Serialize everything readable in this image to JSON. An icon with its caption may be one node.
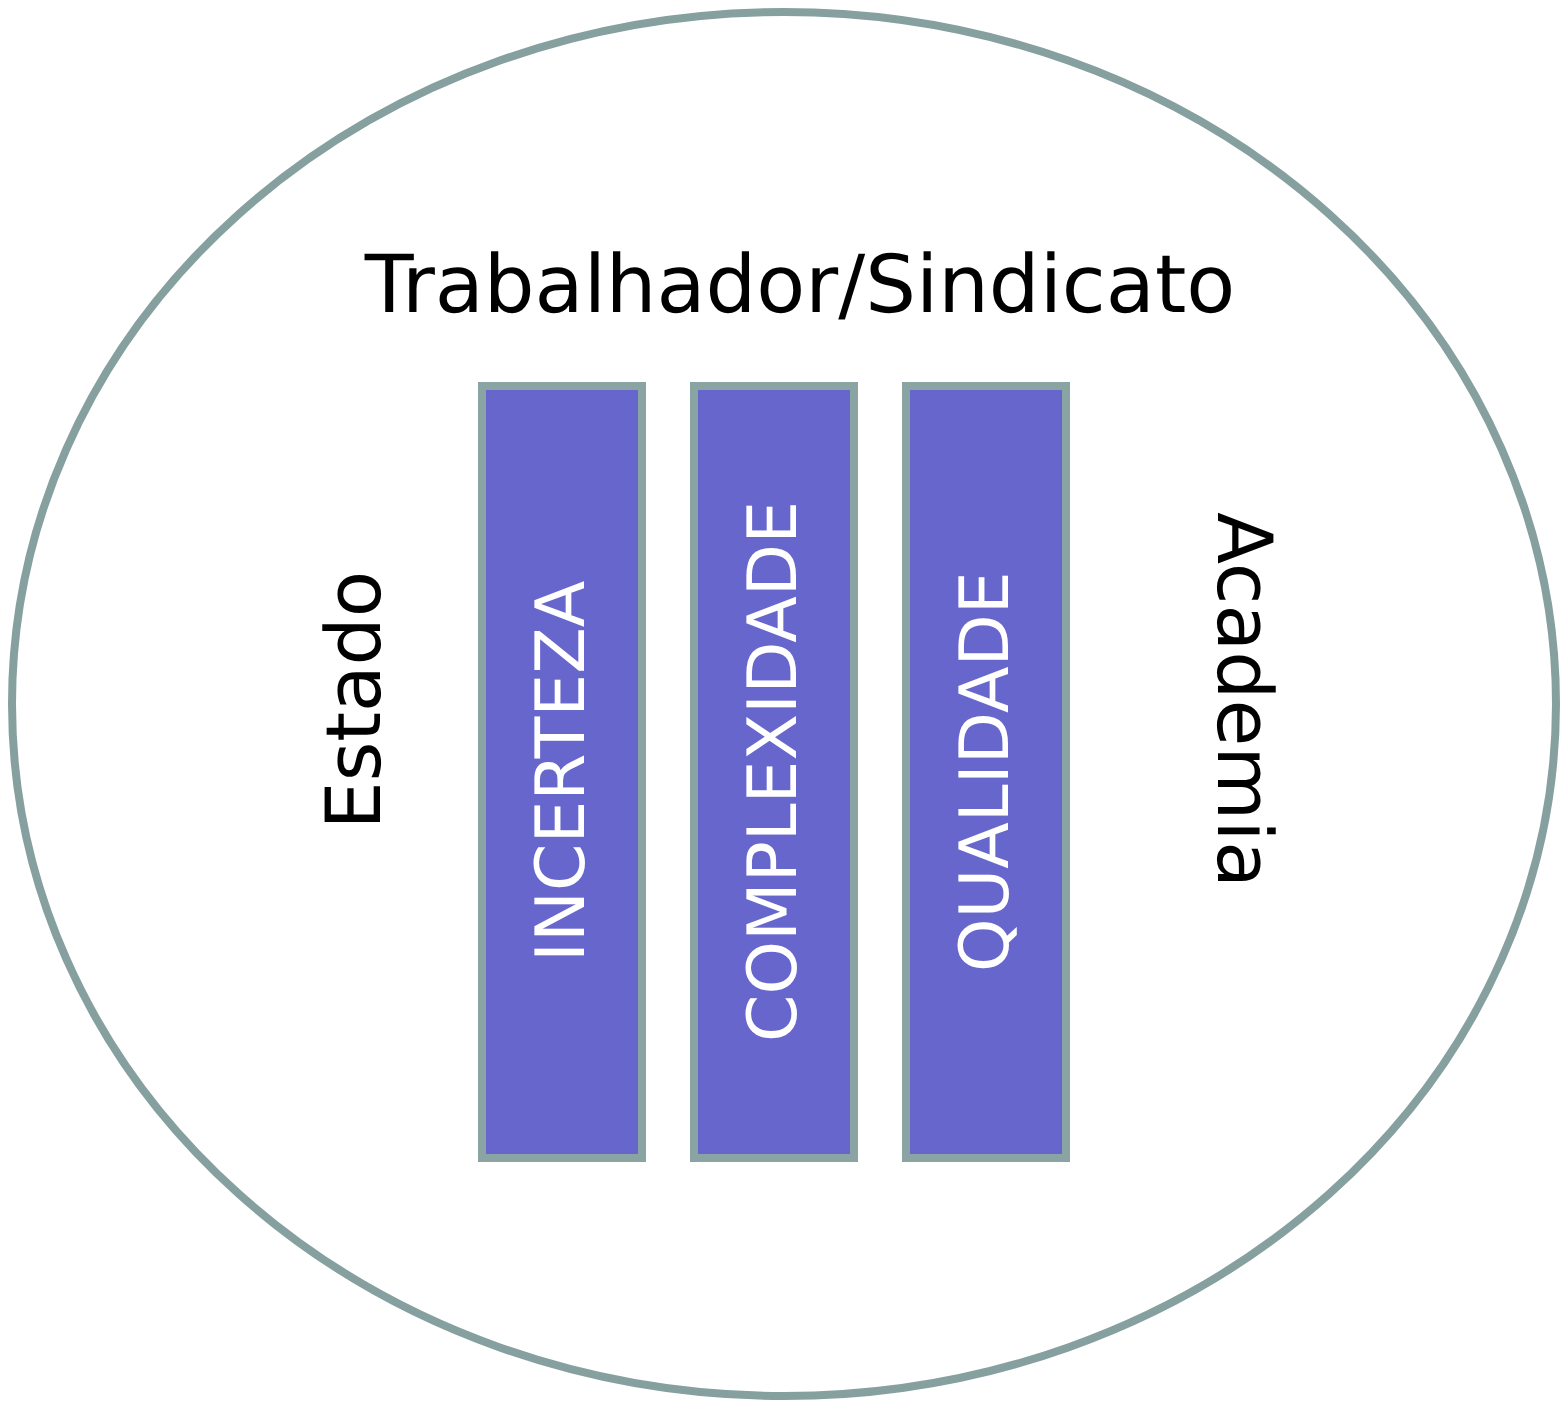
{
  "diagram": {
    "nodes": [
      {
        "text": [
          "Trabalhador/Sindicato",
          "Estado",
          "Academia"
        ]
      },
      {
        "text": [
          "INCERTEZA"
        ],
        "in": 0
      },
      {
        "text": [
          "COMPLEXIDADE"
        ],
        "in": 0
      },
      {
        "text": [
          "QUALIDADE"
        ],
        "in": 0
      }
    ]
  }
}
